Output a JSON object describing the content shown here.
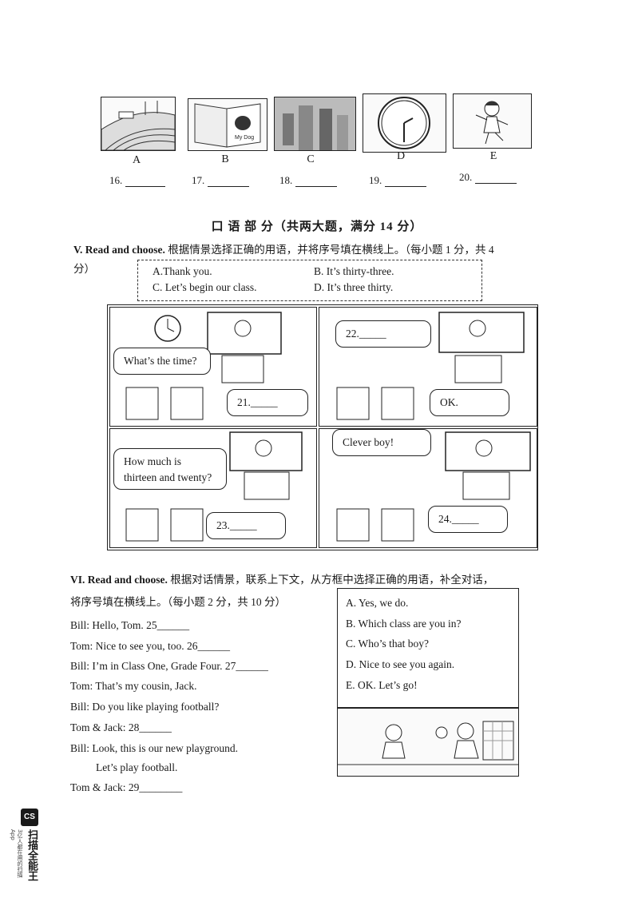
{
  "pictures": [
    {
      "letter": "A",
      "icon": "stadium-picture"
    },
    {
      "letter": "B",
      "icon": "book-my-dog-picture",
      "book_text": "My Dog"
    },
    {
      "letter": "C",
      "icon": "people-photo-picture"
    },
    {
      "letter": "D",
      "icon": "clock-picture"
    },
    {
      "letter": "E",
      "icon": "girl-dancing-picture"
    }
  ],
  "blanks": [
    "16.",
    "17.",
    "18.",
    "19.",
    "20."
  ],
  "oral_title": "口 语 部 分（共两大题，满分 14 分）",
  "section5": {
    "label": "V. Read and choose.",
    "instruction": "根据情景选择正确的用语，并将序号填在横线上。（每小题 1 分，共 4",
    "instruction2": "分）",
    "options": [
      "A.Thank you.",
      "B. It’s thirty-three.",
      "C. Let’s begin our class.",
      "D. It’s three thirty."
    ],
    "panel1": {
      "teacher": "What’s the time?",
      "answer": "21._____"
    },
    "panel2": {
      "teacher": "22._____",
      "answer": "OK."
    },
    "panel3": {
      "teacher_line1": "How much is",
      "teacher_line2": "thirteen and twenty?",
      "answer": "23._____"
    },
    "panel4": {
      "teacher": "Clever boy!",
      "answer": "24._____"
    }
  },
  "section6": {
    "label": "VI. Read and choose.",
    "instruction": "根据对话情景，联系上下文，从方框中选择正确的用语，补全对话，",
    "instruction2": "将序号填在横线上。（每小题 2 分，共 10 分）",
    "dialogue": [
      "Bill: Hello, Tom. 25______",
      "Tom: Nice to see you, too. 26______",
      "Bill: I’m in Class One, Grade Four. 27______",
      "Tom: That’s my cousin, Jack.",
      "Bill: Do you like playing football?",
      "Tom & Jack: 28______",
      "Bill: Look, this is our new playground.",
      "Let’s play football.",
      "Tom & Jack: 29________"
    ],
    "options": [
      "A. Yes, we do.",
      "B. Which class are you in?",
      "C. Who’s that boy?",
      "D. Nice to see you again.",
      "E. OK. Let’s go!"
    ]
  },
  "watermark": {
    "brand": "扫描全能王",
    "badge": "CS",
    "tagline": "3亿人都在用的扫描App"
  }
}
